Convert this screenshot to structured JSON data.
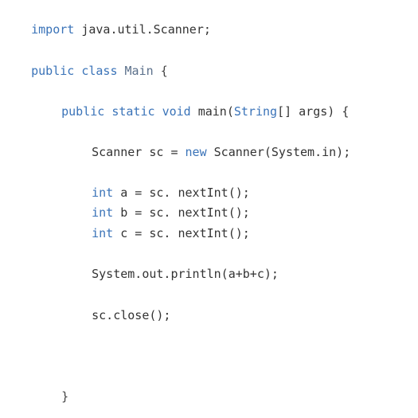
{
  "code": {
    "l1": {
      "kw": "import",
      "rest": " java.util.Scanner;"
    },
    "l2": {
      "kw1": "public",
      "kw2": "class",
      "name": "Main",
      "brace": "{"
    },
    "l3": {
      "kw1": "public",
      "kw2": "static",
      "kw3": "void",
      "name": "main(",
      "type": "String",
      "rest": "[] args) {"
    },
    "l4": {
      "a": "Scanner sc = ",
      "kw": "new",
      "b": " Scanner(System.in);"
    },
    "l5": {
      "kw": "int",
      "rest": " a = sc. nextInt();"
    },
    "l6": {
      "kw": "int",
      "rest": " b = sc. nextInt();"
    },
    "l7": {
      "kw": "int",
      "rest": " c = sc. nextInt();"
    },
    "l8": {
      "text": "System.out.println(a+b+c);"
    },
    "l9": {
      "text": "sc.close();"
    },
    "l10": {
      "text": "}"
    }
  },
  "colors": {
    "keyword": "#3a73b8",
    "text": "#333333",
    "background": "#ffffff"
  }
}
